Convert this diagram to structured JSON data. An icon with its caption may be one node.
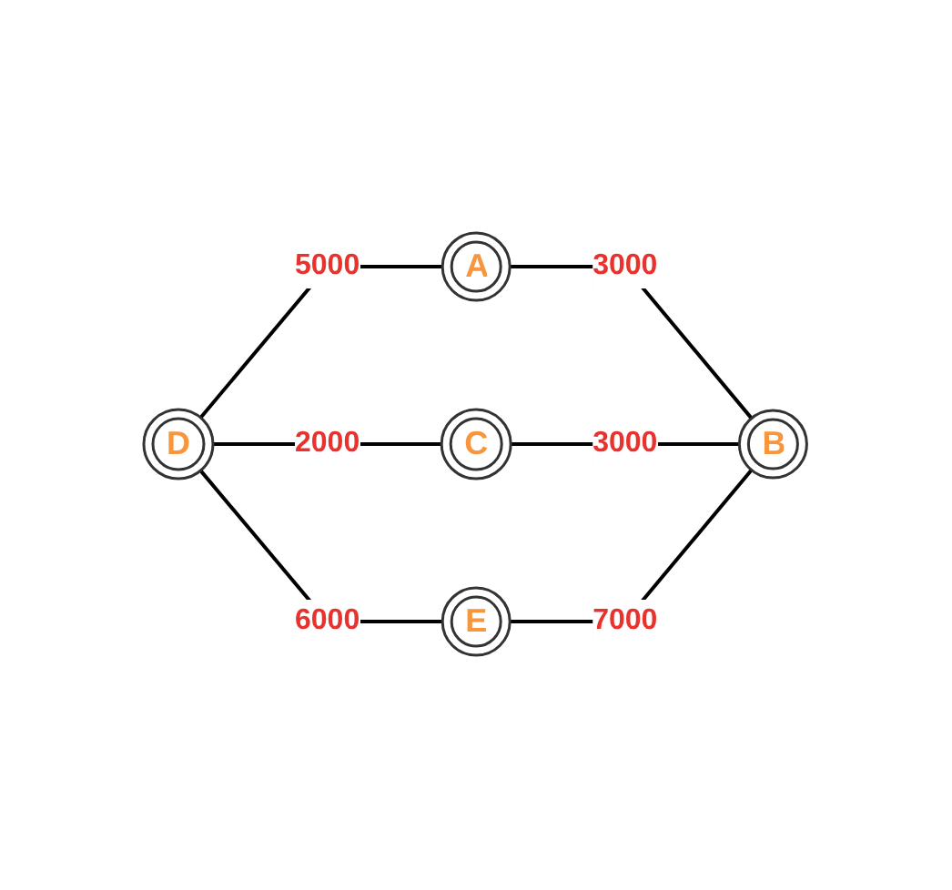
{
  "diagram": {
    "nodes": [
      {
        "text": [
          "A"
        ]
      },
      {
        "text": [
          "D"
        ]
      },
      {
        "text": [
          "C"
        ]
      },
      {
        "text": [
          "B"
        ]
      },
      {
        "text": [
          "E"
        ]
      }
    ],
    "edges": [
      {
        "from": 1,
        "to": 0,
        "arrow": "none",
        "label": "5000"
      },
      {
        "from": 0,
        "to": 3,
        "arrow": "none",
        "label": "3000"
      },
      {
        "from": 1,
        "to": 2,
        "arrow": "none",
        "label": "2000"
      },
      {
        "from": 2,
        "to": 3,
        "arrow": "none",
        "label": "3000"
      },
      {
        "from": 1,
        "to": 4,
        "arrow": "none",
        "label": "6000"
      },
      {
        "from": 4,
        "to": 3,
        "arrow": "none",
        "label": "7000"
      }
    ]
  }
}
